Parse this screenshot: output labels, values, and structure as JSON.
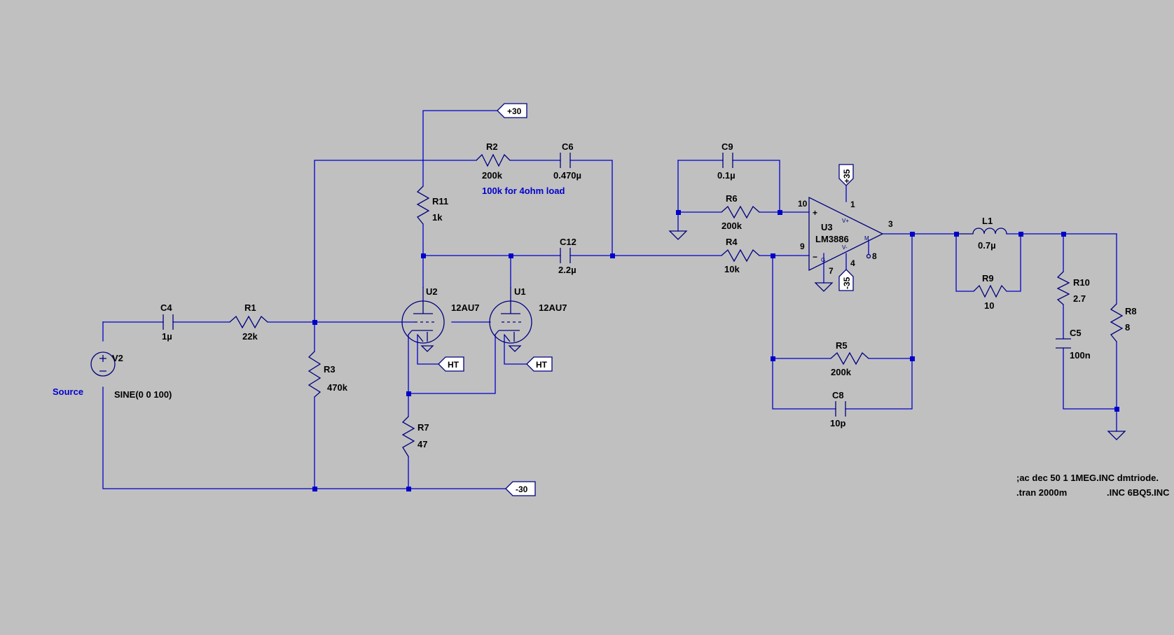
{
  "labels": {
    "c4": "C4",
    "c4_val": "1µ",
    "r1": "R1",
    "r1_val": "22k",
    "v2": "V2",
    "v2_val": "SINE(0 0 100)",
    "source": "Source",
    "r3": "R3",
    "r3_val": "470k",
    "r2": "R2",
    "r2_val": "200k",
    "c6": "C6",
    "c6_val": "0.470µ",
    "note": "100k for 4ohm load",
    "r11": "R11",
    "r11_val": "1k",
    "c12": "C12",
    "c12_val": "2.2µ",
    "u2": "U2",
    "u2_val": "12AU7",
    "u1": "U1",
    "u1_val": "12AU7",
    "r7": "R7",
    "r7_val": "47",
    "c9": "C9",
    "c9_val": "0.1µ",
    "r6": "R6",
    "r6_val": "200k",
    "r4": "R4",
    "r4_val": "10k",
    "u3": "U3",
    "u3_val": "LM3886",
    "r5": "R5",
    "r5_val": "200k",
    "c8": "C8",
    "c8_val": "10p",
    "l1": "L1",
    "l1_val": "0.7µ",
    "r9": "R9",
    "r9_val": "10",
    "r10": "R10",
    "r10_val": "2.7",
    "c5": "C5",
    "c5_val": "100n",
    "r8": "R8",
    "r8_val": "8"
  },
  "pins": {
    "p10": "10",
    "p9": "9",
    "p1": "1",
    "p4": "4",
    "p3": "3",
    "p7": "7",
    "p8": "8",
    "plus": "+",
    "minus": "−",
    "vplus": "V+",
    "vminus": "V-",
    "g": "G",
    "m": "M"
  },
  "flags": {
    "plus30": "+30",
    "minus30": "-30",
    "plus35": "+35",
    "minus35": "-35",
    "ht1": "HT",
    "ht2": "HT"
  },
  "directives": {
    "line1": ";ac dec 50 1 1MEG.INC dmtriode.",
    "line2": ".tran 2000m",
    "line3": ".INC 6BQ5.INC"
  }
}
